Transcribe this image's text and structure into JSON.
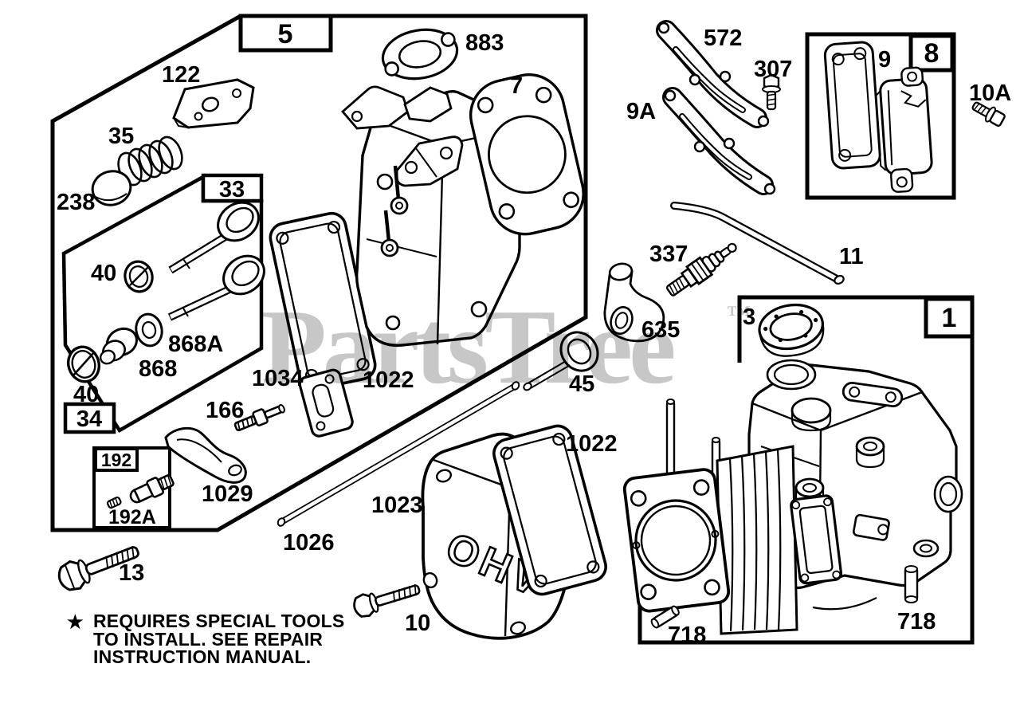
{
  "watermark": {
    "text": "PartsTree",
    "tm": "™",
    "color": "#c7c7c7"
  },
  "cover_embossing": "OHV",
  "footnote": {
    "star": "★",
    "line1": "REQUIRES SPECIAL TOOLS",
    "line2": "TO INSTALL.  SEE REPAIR",
    "line3": "INSTRUCTION MANUAL."
  },
  "group_labels": {
    "g5": "5",
    "g33": "33",
    "g34": "34",
    "g192": "192",
    "g8": "8",
    "g1": "1"
  },
  "part_labels": {
    "p122": "122",
    "p883": "883",
    "p7": "7",
    "p35": "35",
    "p238": "238",
    "p40_upper": "40",
    "p868a": "868A",
    "p868": "868",
    "p40_lower": "40",
    "p1034": "1034",
    "p166": "166",
    "p192a": "192A",
    "p1029": "1029",
    "p1026": "1026",
    "p13": "13",
    "p10": "10",
    "p1023": "1023",
    "p1022_mid": "1022",
    "p1022_right": "1022",
    "p572": "572",
    "p307": "307",
    "p9a": "9A",
    "p9": "9",
    "p10a": "10A",
    "p337": "337",
    "p11": "11",
    "p635": "635",
    "p45": "45",
    "p3": "3",
    "p718_left": "718",
    "p718_right": "718"
  },
  "line_color": "#000000"
}
